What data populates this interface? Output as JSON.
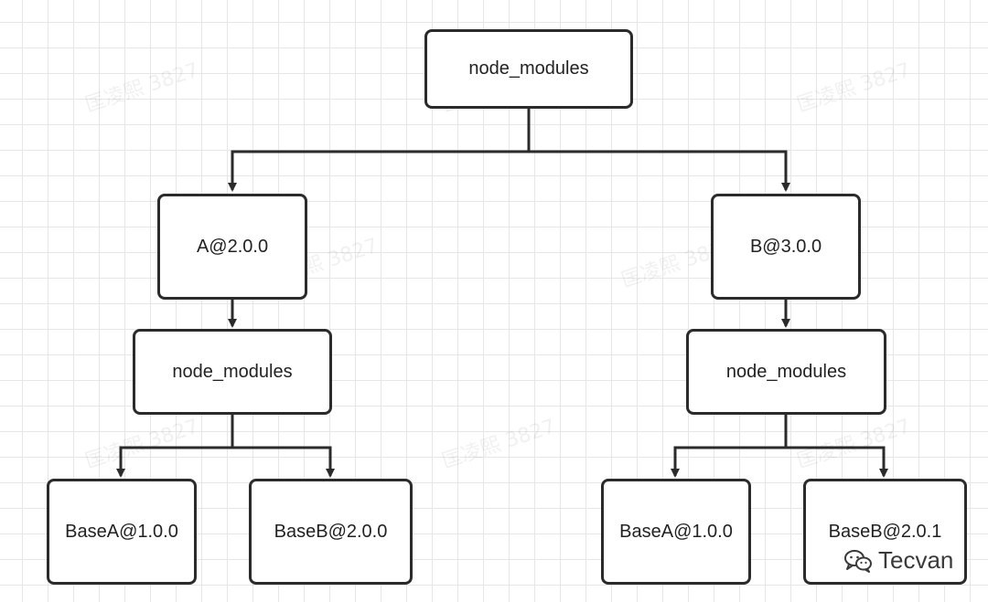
{
  "watermark": {
    "text": "匡凌熙 3827"
  },
  "nodes": {
    "root": "node_modules",
    "a": "A@2.0.0",
    "b": "B@3.0.0",
    "a_modules": "node_modules",
    "b_modules": "node_modules",
    "a_base_a": "BaseA@1.0.0",
    "a_base_b": "BaseB@2.0.0",
    "b_base_a": "BaseA@1.0.0",
    "b_base_b": "BaseB@2.0.1"
  },
  "brand": {
    "text": "Tecvan",
    "icon": "wechat-icon"
  },
  "colors": {
    "stroke": "#2b2b2b",
    "grid": "#e6e6e6",
    "background": "#ffffff"
  }
}
